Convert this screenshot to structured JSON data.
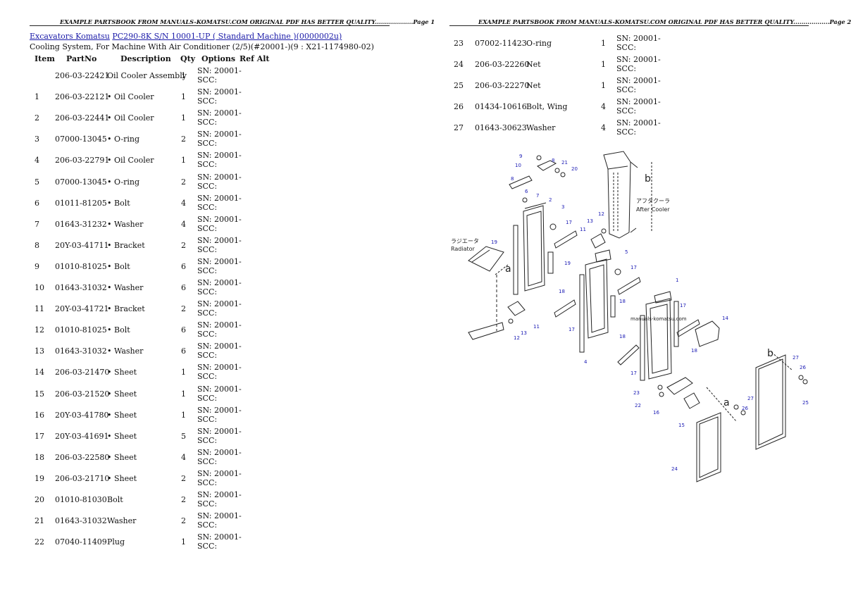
{
  "header": {
    "page1": "EXAMPLE PARTSBOOK FROM MANUALS-KOMATSU.COM ORIGINAL PDF HAS BETTER QUALITY...................Page 1",
    "page2": "EXAMPLE PARTSBOOK FROM MANUALS-KOMATSU.COM ORIGINAL PDF HAS BETTER QUALITY..................Page 2"
  },
  "breadcrumb": {
    "category": "Excavators Komatsu",
    "model": "PC290-8K S/N 10001-UP ( Standard Machine )(0000002u)"
  },
  "subtitle": "Cooling System, For Machine With Air Conditioner (2/5)(#20001-)(9 : X21-1174980-02)",
  "columns": [
    "Item",
    "PartNo",
    "Description",
    "Qty",
    "Options",
    "Ref Alt"
  ],
  "sn_line1": "SN: 20001-",
  "sn_line2": "SCC:",
  "parts_page1": [
    {
      "item": "",
      "partno": "206-03-22421",
      "desc": "Oil Cooler Assembly",
      "qty": "1"
    },
    {
      "item": "1",
      "partno": "206-03-22121",
      "desc": "• Oil Cooler",
      "qty": "1"
    },
    {
      "item": "2",
      "partno": "206-03-22441",
      "desc": "• Oil Cooler",
      "qty": "1"
    },
    {
      "item": "3",
      "partno": "07000-13045",
      "desc": "• O-ring",
      "qty": "2"
    },
    {
      "item": "4",
      "partno": "206-03-22791",
      "desc": "• Oil Cooler",
      "qty": "1"
    },
    {
      "item": "5",
      "partno": "07000-13045",
      "desc": "• O-ring",
      "qty": "2"
    },
    {
      "item": "6",
      "partno": "01011-81205",
      "desc": "• Bolt",
      "qty": "4"
    },
    {
      "item": "7",
      "partno": "01643-31232",
      "desc": "• Washer",
      "qty": "4"
    },
    {
      "item": "8",
      "partno": "20Y-03-41711",
      "desc": "• Bracket",
      "qty": "2"
    },
    {
      "item": "9",
      "partno": "01010-81025",
      "desc": "• Bolt",
      "qty": "6"
    },
    {
      "item": "10",
      "partno": "01643-31032",
      "desc": "• Washer",
      "qty": "6"
    },
    {
      "item": "11",
      "partno": "20Y-03-41721",
      "desc": "• Bracket",
      "qty": "2"
    },
    {
      "item": "12",
      "partno": "01010-81025",
      "desc": "• Bolt",
      "qty": "6"
    },
    {
      "item": "13",
      "partno": "01643-31032",
      "desc": "• Washer",
      "qty": "6"
    },
    {
      "item": "14",
      "partno": "206-03-21470",
      "desc": "• Sheet",
      "qty": "1"
    },
    {
      "item": "15",
      "partno": "206-03-21520",
      "desc": "• Sheet",
      "qty": "1"
    },
    {
      "item": "16",
      "partno": "20Y-03-41780",
      "desc": "• Sheet",
      "qty": "1"
    },
    {
      "item": "17",
      "partno": "20Y-03-41691",
      "desc": "• Sheet",
      "qty": "5"
    },
    {
      "item": "18",
      "partno": "206-03-22580",
      "desc": "• Sheet",
      "qty": "4"
    },
    {
      "item": "19",
      "partno": "206-03-21710",
      "desc": "• Sheet",
      "qty": "2"
    },
    {
      "item": "20",
      "partno": "01010-81030",
      "desc": "Bolt",
      "qty": "2"
    },
    {
      "item": "21",
      "partno": "01643-31032",
      "desc": "Washer",
      "qty": "2"
    },
    {
      "item": "22",
      "partno": "07040-11409",
      "desc": "Plug",
      "qty": "1"
    }
  ],
  "parts_page2": [
    {
      "item": "23",
      "partno": "07002-11423",
      "desc": "O-ring",
      "qty": "1"
    },
    {
      "item": "24",
      "partno": "206-03-22260",
      "desc": "Net",
      "qty": "1"
    },
    {
      "item": "25",
      "partno": "206-03-22270",
      "desc": "Net",
      "qty": "1"
    },
    {
      "item": "26",
      "partno": "01434-10616",
      "desc": "Bolt, Wing",
      "qty": "4"
    },
    {
      "item": "27",
      "partno": "01643-30623",
      "desc": "Washer",
      "qty": "4"
    }
  ],
  "diagram": {
    "label_radiator_jp": "ラジエータ",
    "label_radiator_en": "Radiator",
    "label_aftercooler_jp": "アフタクーラ",
    "label_aftercooler_en": "After Cooler",
    "watermark": "manuals-komatsu.com",
    "letter_a": "a",
    "letter_b": "b",
    "callout_color": "#1a1ab4"
  }
}
